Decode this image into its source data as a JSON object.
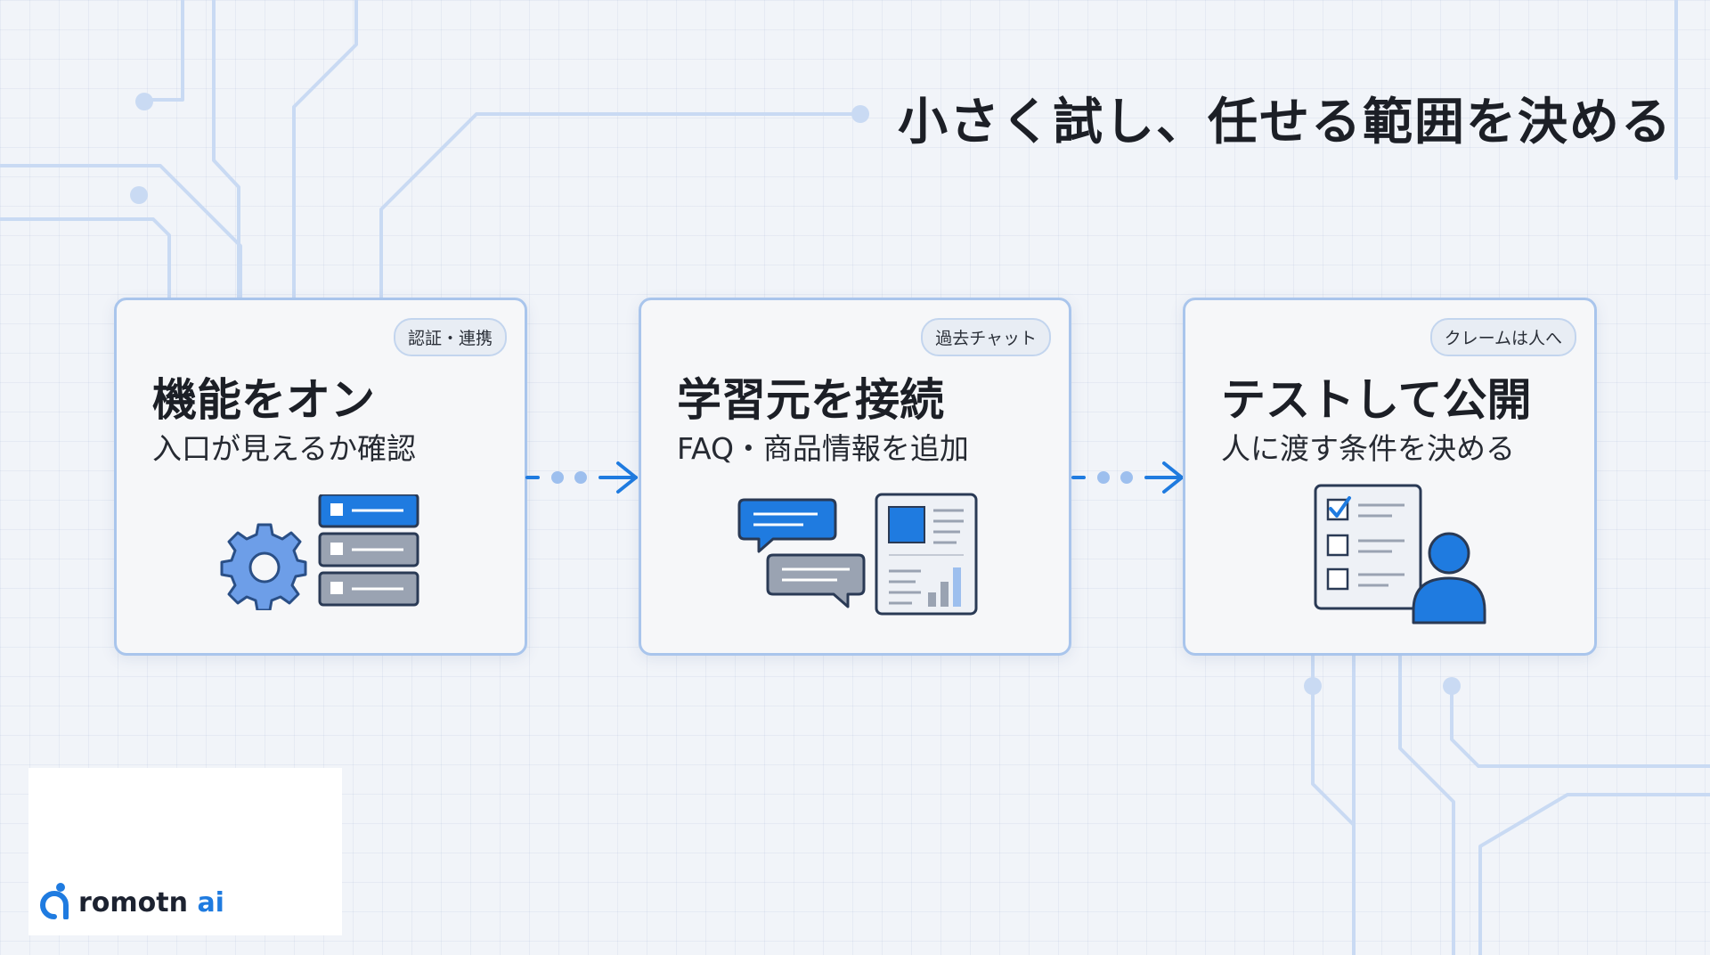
{
  "title": "小さく試し、任せる範囲を決める",
  "colors": {
    "accent": "#1f7be0",
    "card_border": "#a9c5ec",
    "circuit": "#c9daf3",
    "icon_gray": "#9aa3b2"
  },
  "steps": [
    {
      "badge": "認証・連携",
      "heading": "機能をオン",
      "sub": "入口が見えるか確認",
      "icon": "gear-and-toggle-list-icon"
    },
    {
      "badge": "過去チャット",
      "heading": "学習元を接続",
      "sub": "FAQ・商品情報を追加",
      "icon": "chat-and-document-icon"
    },
    {
      "badge": "クレームは人へ",
      "heading": "テストして公開",
      "sub": "人に渡す条件を決める",
      "icon": "checklist-and-person-icon"
    }
  ],
  "logo": {
    "name": "romotn",
    "suffix": "ai"
  }
}
